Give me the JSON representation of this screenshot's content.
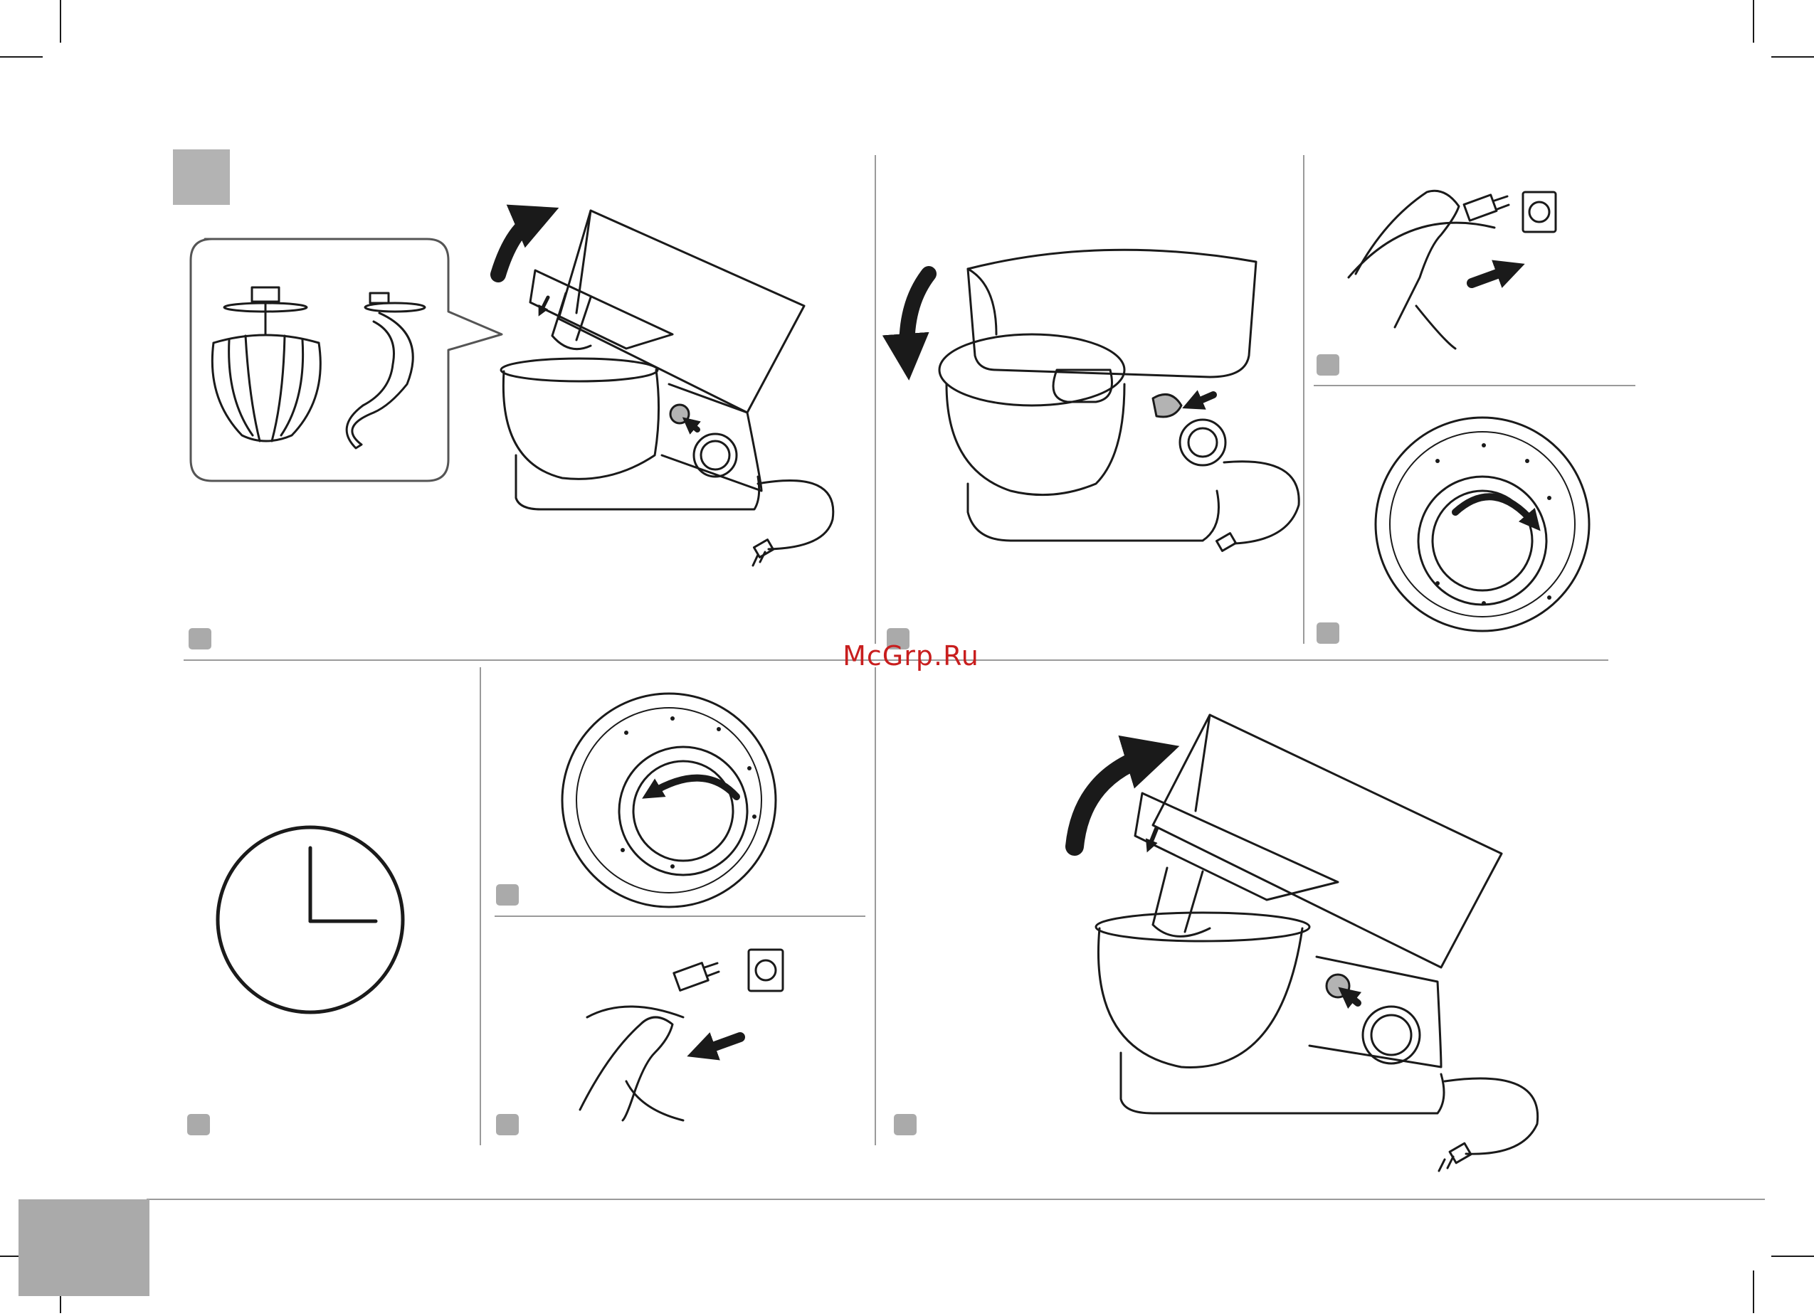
{
  "watermark": {
    "text": "McGrp.Ru",
    "color": "#c81e1e"
  },
  "colors": {
    "line": "#1a1a1a",
    "rule": "#9a9a9a",
    "marker": "#b3b3b3",
    "badge": "#aaaaaa"
  },
  "panels": [
    {
      "id": "attach-accessories",
      "icon": "mixer-head-up-icon"
    },
    {
      "id": "lower-head",
      "icon": "mixer-head-down-icon"
    },
    {
      "id": "plug-in",
      "icon": "plug-into-socket-icon"
    },
    {
      "id": "turn-knob-right",
      "icon": "knob-clockwise-icon"
    },
    {
      "id": "wait",
      "icon": "clock-icon"
    },
    {
      "id": "turn-knob-left",
      "icon": "knob-counterclockwise-icon"
    },
    {
      "id": "unplug",
      "icon": "unplug-from-socket-icon"
    },
    {
      "id": "raise-head-remove",
      "icon": "mixer-head-up-icon"
    }
  ]
}
